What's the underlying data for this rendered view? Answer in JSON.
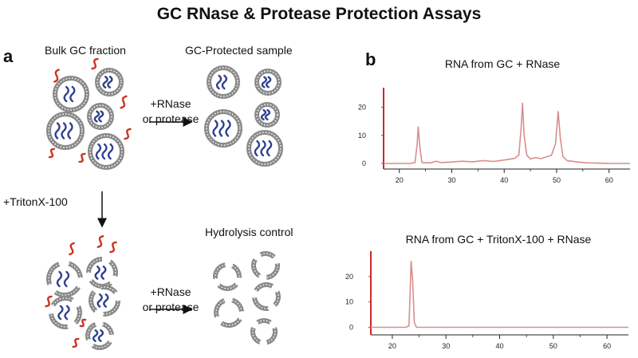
{
  "title": "GC RNase & Protease Protection Assays",
  "panel_a": {
    "letter": "a",
    "bulk_label": "Bulk GC fraction",
    "protected_label": "GC-Protected sample",
    "triton_label": "+TritonX-100",
    "hydrolysis_label": "Hydrolysis control",
    "arrow_top": [
      "+RNase",
      "or protease"
    ],
    "arrow_bottom": [
      "+RNase",
      "or protease"
    ]
  },
  "panel_b": {
    "letter": "b"
  },
  "colors": {
    "trace": "#d98d8d",
    "axis_red": "#cc2a2a",
    "rna_red": "#cc3322",
    "cargo_blue": "#2e3f8f",
    "vesicle_gray": "#8a8a8a"
  },
  "chart_data": [
    {
      "type": "line",
      "title": "RNA from GC + RNase",
      "xlim": [
        17,
        64
      ],
      "ylim": [
        -2,
        27
      ],
      "x_ticks": [
        20,
        30,
        40,
        50,
        60
      ],
      "y_ticks": [
        0,
        10,
        20
      ],
      "series": [
        {
          "points": [
            [
              17,
              0
            ],
            [
              22,
              0
            ],
            [
              23,
              0.3
            ],
            [
              23.4,
              7
            ],
            [
              23.6,
              13
            ],
            [
              23.9,
              6
            ],
            [
              24.3,
              0.3
            ],
            [
              26,
              0.2
            ],
            [
              27,
              0.8
            ],
            [
              28,
              0.3
            ],
            [
              30,
              0.5
            ],
            [
              32,
              0.8
            ],
            [
              34,
              0.6
            ],
            [
              36,
              1
            ],
            [
              38,
              0.7
            ],
            [
              40,
              1.2
            ],
            [
              41,
              1.5
            ],
            [
              42,
              1.8
            ],
            [
              42.8,
              3
            ],
            [
              43.2,
              12
            ],
            [
              43.5,
              21.5
            ],
            [
              43.8,
              10
            ],
            [
              44.3,
              3
            ],
            [
              45,
              1.6
            ],
            [
              46,
              2.1
            ],
            [
              47,
              1.7
            ],
            [
              48,
              2.3
            ],
            [
              49,
              2.9
            ],
            [
              49.8,
              7
            ],
            [
              50.3,
              18.5
            ],
            [
              50.7,
              9
            ],
            [
              51.2,
              2.5
            ],
            [
              52,
              1
            ],
            [
              54,
              0.5
            ],
            [
              56,
              0.2
            ],
            [
              60,
              0
            ],
            [
              64,
              0
            ]
          ]
        }
      ]
    },
    {
      "type": "line",
      "title": "RNA from GC + TritonX-100 + RNase",
      "xlim": [
        16,
        64
      ],
      "ylim": [
        -3,
        30
      ],
      "x_ticks": [
        20,
        30,
        40,
        50,
        60
      ],
      "y_ticks": [
        0,
        10,
        20
      ],
      "series": [
        {
          "points": [
            [
              16,
              0
            ],
            [
              22.5,
              0
            ],
            [
              23.1,
              0.5
            ],
            [
              23.3,
              12
            ],
            [
              23.5,
              26
            ],
            [
              23.8,
              18
            ],
            [
              24.1,
              2
            ],
            [
              24.5,
              0
            ],
            [
              40,
              0
            ],
            [
              64,
              0
            ]
          ]
        }
      ]
    }
  ]
}
